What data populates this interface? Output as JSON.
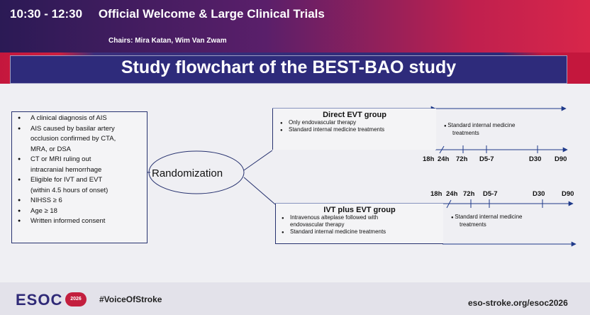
{
  "header": {
    "time": "10:30 - 12:30",
    "session": "Official Welcome & Large Clinical Trials",
    "chairs": "Chairs: Mira Katan, Wim Van Zwam"
  },
  "slide": {
    "title": "Study flowchart of the BEST-BAO study",
    "criteria": [
      "A clinical diagnosis of AIS",
      "AIS caused by basilar artery",
      "occlusion confirmed by CTA,",
      "MRA, or DSA",
      "CT or MRI ruling out",
      "intracranial hemorrhage",
      "Eligible for IVT and EVT",
      "(within 4.5 hours of onset)",
      "NIHSS ≥ 6",
      "Age ≥ 18",
      "Written informed consent"
    ],
    "randomization": "Randomization",
    "direct": {
      "title": "Direct EVT group",
      "items": [
        "Only endovascular therapy",
        "Standard internal medicine treatments"
      ]
    },
    "ivt": {
      "title": "IVT plus EVT group",
      "items": [
        "Intravenous alteplase followed with",
        "endovascular therapy",
        "Standard internal medicine treatments"
      ]
    },
    "followup_top": [
      "Standard internal medicine",
      "treatments"
    ],
    "followup_bottom": [
      "Standard internal medicine",
      "treatments"
    ],
    "timeline_top": [
      "18h",
      "24h",
      "72h",
      "D5-7",
      "D30",
      "D90"
    ],
    "timeline_bottom": [
      "18h",
      "24h",
      "72h",
      "D5-7",
      "D30",
      "D90"
    ]
  },
  "footer": {
    "logo": "ESOC",
    "year": "2026",
    "hashtag": "#VoiceOfStroke",
    "url": "eso-stroke.org/esoc2026"
  }
}
